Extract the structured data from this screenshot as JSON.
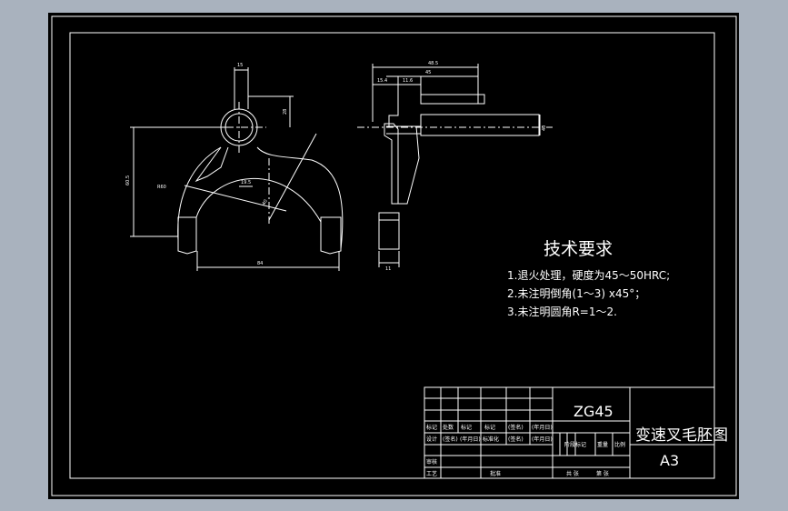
{
  "tech_requirements": {
    "title": "技术要求",
    "item1": "1.退火处理，硬度为45～50HRC;",
    "item2": "2.未注明倒角(1～3) x45°；",
    "item3": "3.未注明圆角R=1～2."
  },
  "title_block": {
    "material": "ZG45",
    "drawing_name": "变速叉毛胚图",
    "sheet_size": "A3",
    "hdr_biaoji": "标记",
    "hdr_chushu": "处数",
    "hdr_fenqu": "标记",
    "hdr_gaiwenjian": "标记",
    "hdr_qianming": "(签名)",
    "hdr_nianyueri": "(年月日)",
    "sheji": "设计",
    "sheji_sig": "(签名)",
    "sheji_date": "(年月日)",
    "biaozhunhua": "标准化",
    "bz_sig": "(签名)",
    "bz_date": "(年月日)",
    "jieduan": "阶段标记",
    "zhongliang": "重量",
    "bili": "比例",
    "shenhe": "审核",
    "gongyi": "工艺",
    "pizhun": "批准",
    "gongzhang": "共 张",
    "dizhang": "第 张"
  },
  "dimensions": {
    "top_width": "15",
    "hole_offset": "28",
    "height_left": "60.5",
    "radius": "R60",
    "diameter": "40",
    "bottom_width": "84",
    "center_offset": "19.5",
    "side_total": "48.5",
    "side_a": "45",
    "side_b": "15.4",
    "side_c": "11.6",
    "side_dia": "40",
    "side_bottom": "11"
  }
}
